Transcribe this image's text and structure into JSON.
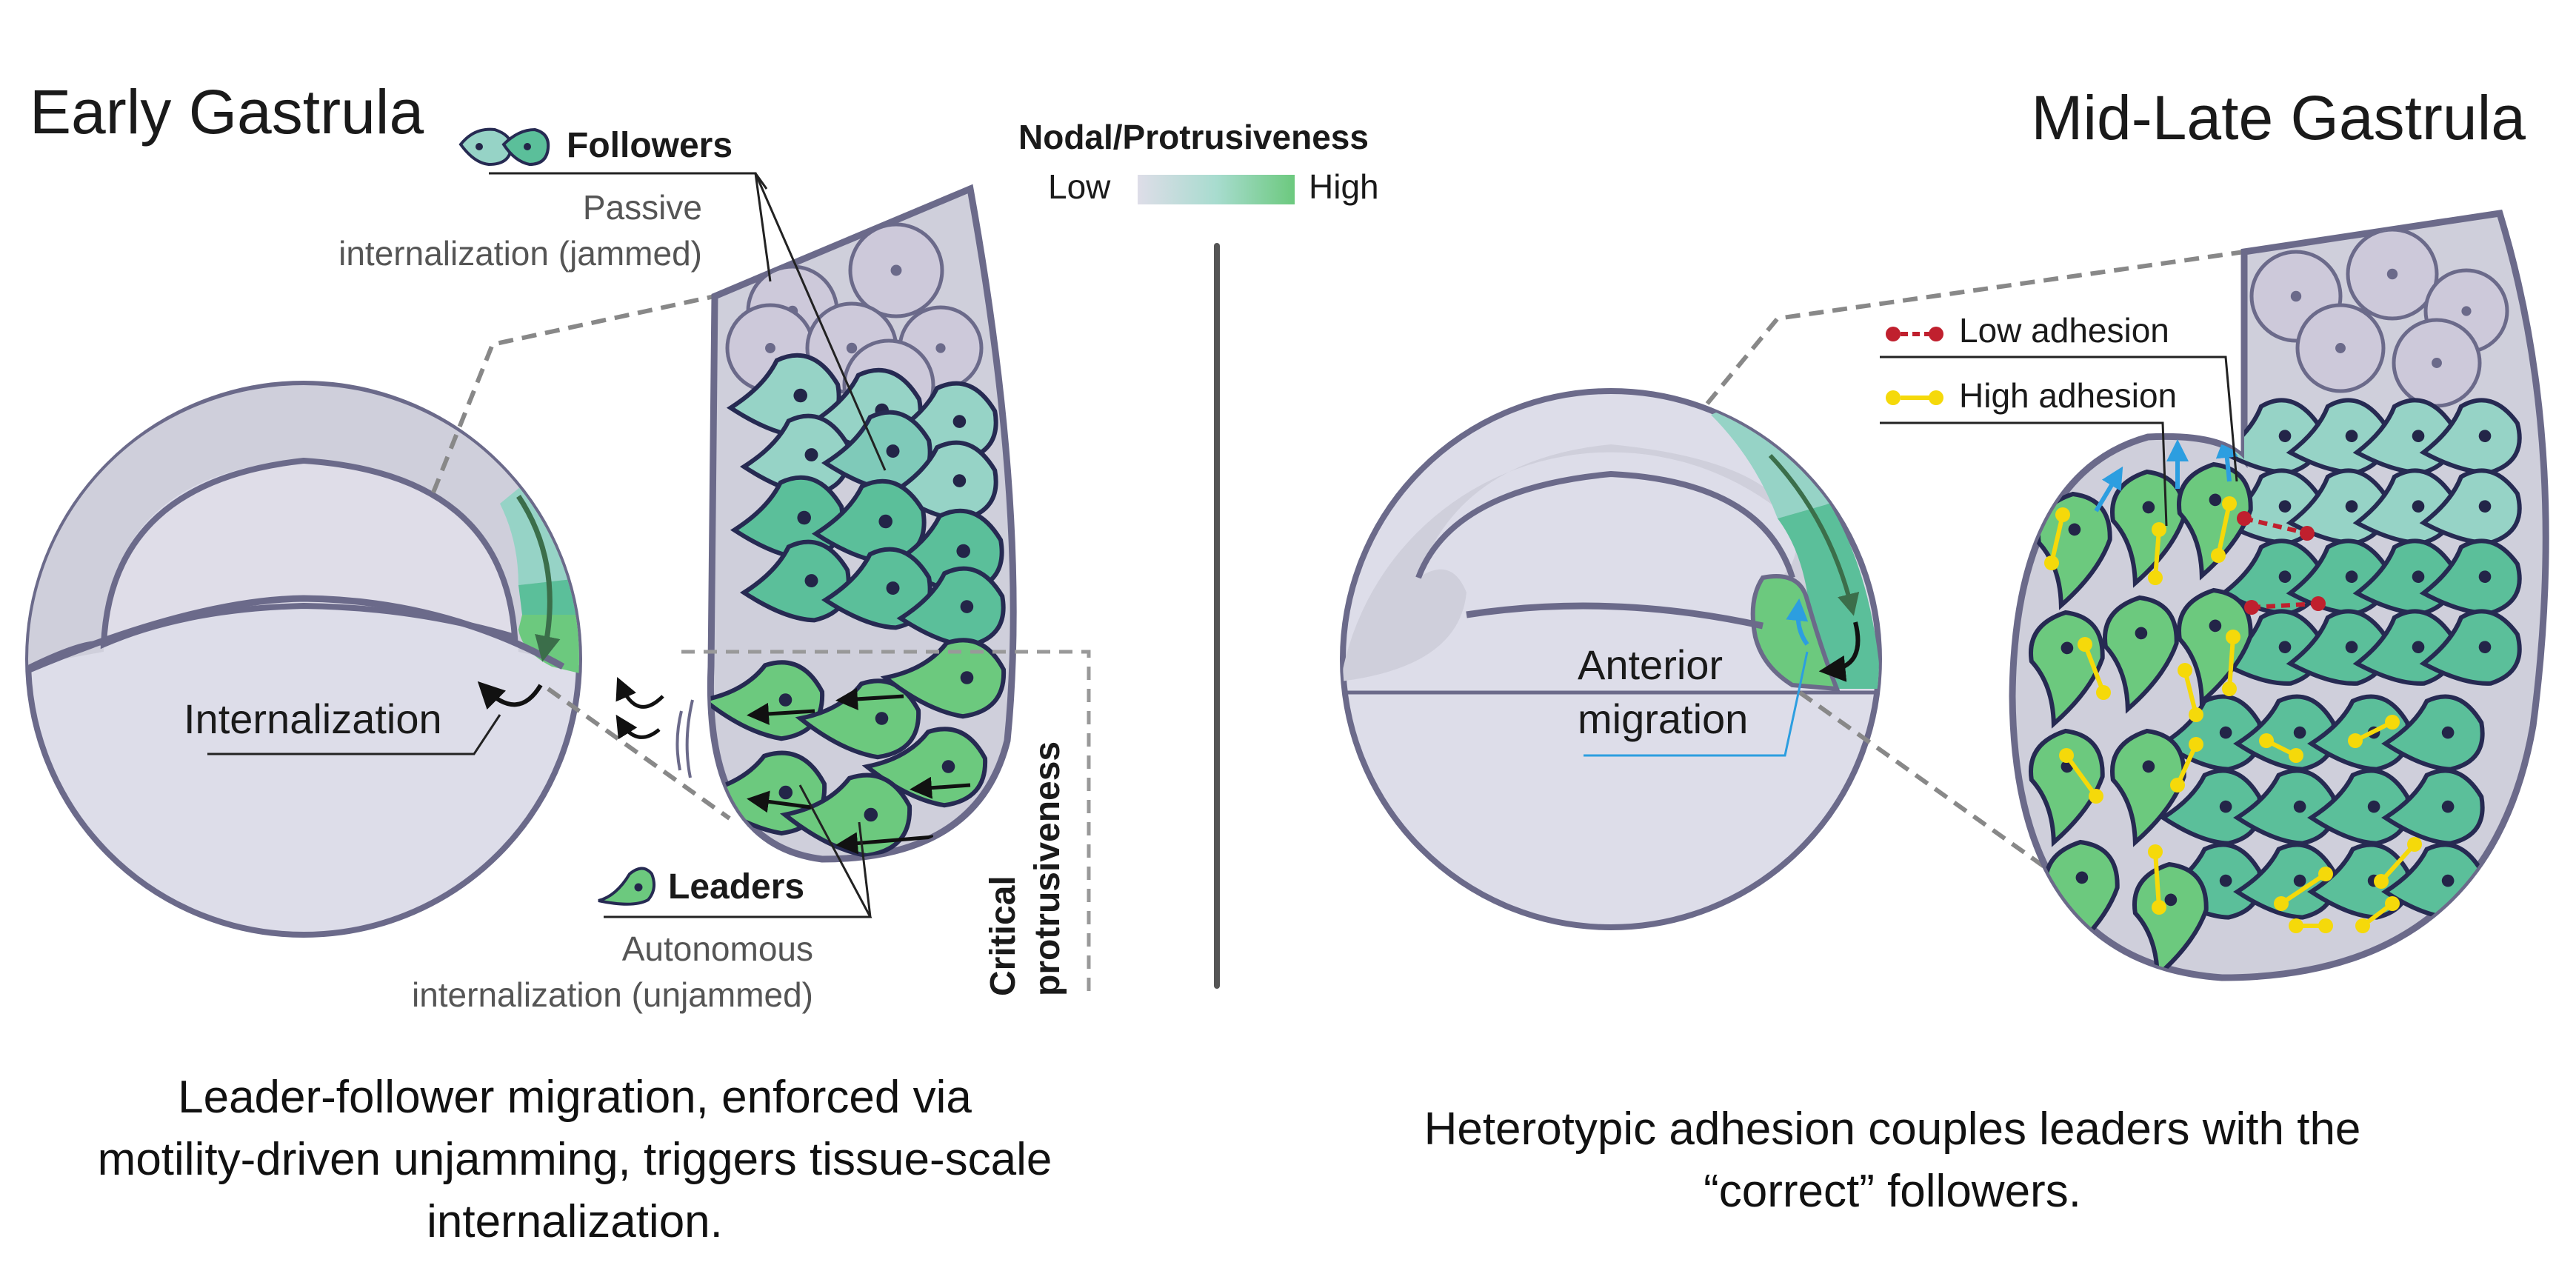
{
  "panels": {
    "left": {
      "title": "Early Gastrula",
      "internalization_label": "Internalization",
      "followers": {
        "label": "Followers",
        "description_line1": "Passive",
        "description_line2": "internalization (jammed)"
      },
      "leaders": {
        "label": "Leaders",
        "description_line1": "Autonomous",
        "description_line2": "internalization (unjammed)"
      },
      "critical_label_line1": "Critical",
      "critical_label_line2": "protrusiveness",
      "caption_lines": [
        "Leader-follower migration, enforced via",
        "motility-driven unjamming, triggers tissue-scale",
        "internalization."
      ]
    },
    "right": {
      "title": "Mid-Late Gastrula",
      "anterior_label_line1": "Anterior",
      "anterior_label_line2": "migration",
      "adhesion_legend": [
        {
          "label": "Low adhesion",
          "color": "#c0202e",
          "style": "dashed"
        },
        {
          "label": "High adhesion",
          "color": "#f5d90a",
          "style": "solid"
        }
      ],
      "caption_lines": [
        "Heterotypic adhesion couples leaders with the",
        "“correct” followers."
      ]
    }
  },
  "legend": {
    "title": "Nodal/Protrusiveness",
    "low_label": "Low",
    "high_label": "High",
    "gradient_colors": [
      "#dedde8",
      "#a8dccf",
      "#6cc97e"
    ]
  },
  "colors": {
    "outline": "#6b6a8a",
    "cell_outline": "#262a52",
    "blastoderm": "#cfcfdb",
    "yolk": "#dddde9",
    "low_follower": "#96d3c6",
    "mid_follower": "#5bbf9a",
    "leader": "#6cc97e",
    "arrow_blue": "#2c9ee0",
    "nucleus": "#232548",
    "separator": "#555555"
  }
}
